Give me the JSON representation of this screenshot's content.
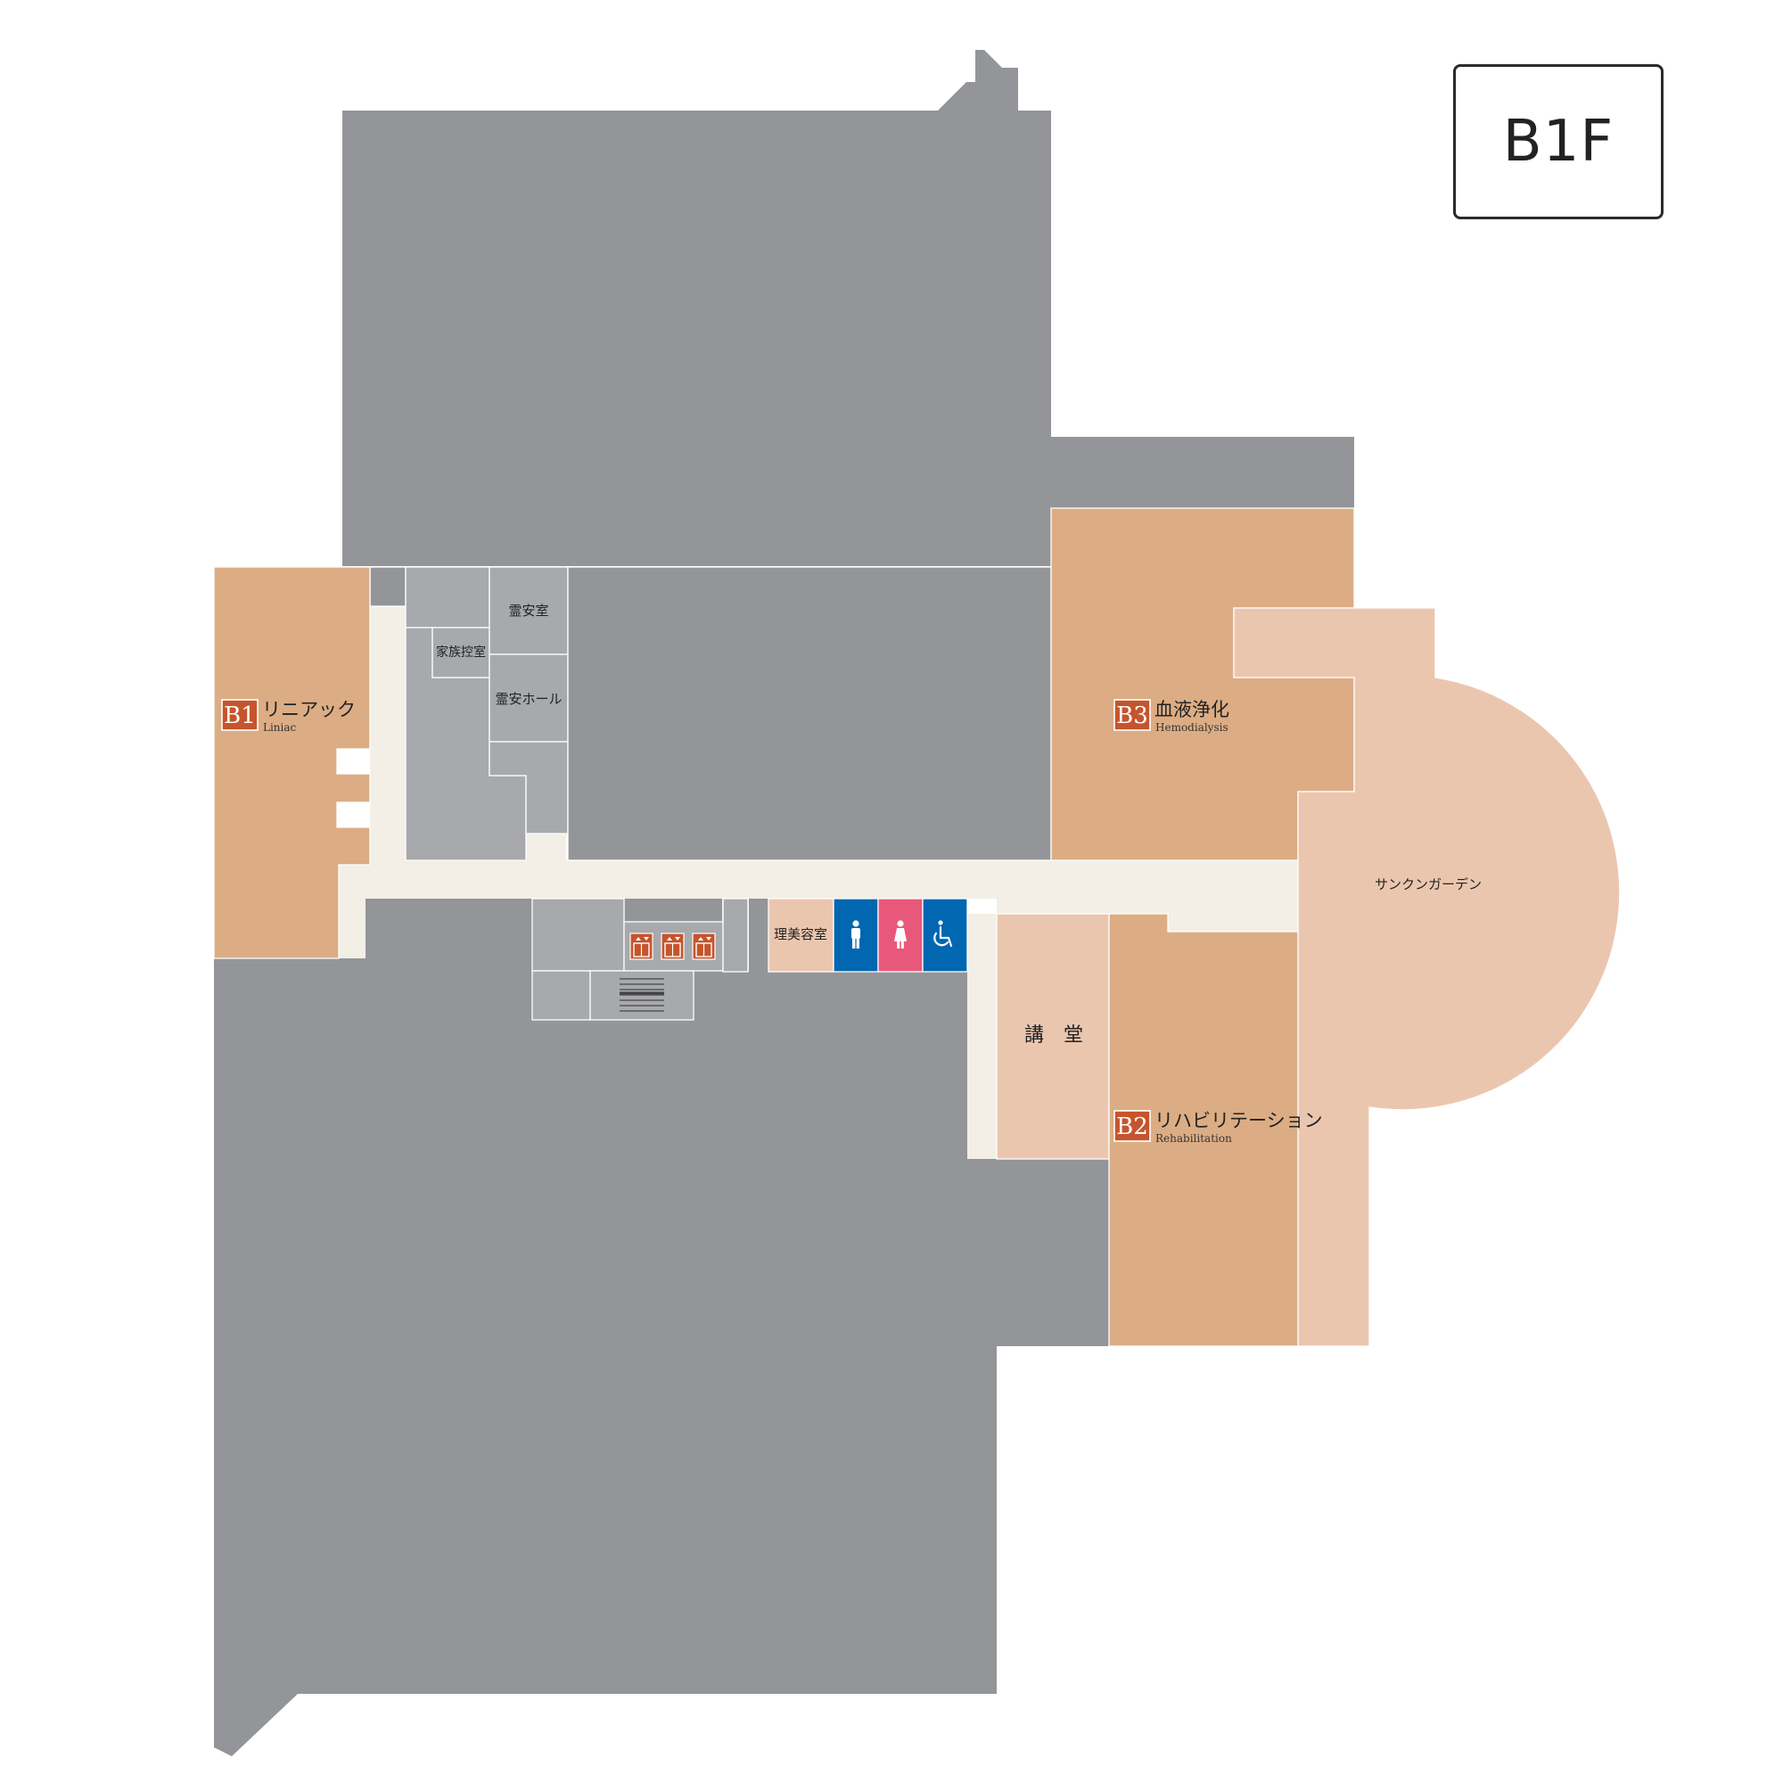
{
  "floor_label": "B1F",
  "colors": {
    "grey": "#939598",
    "grey_light": "#a7a9ac",
    "corridor": "#f3efe6",
    "dept": "#dcad84",
    "dept_light": "#ebc6af",
    "badge": "#c6542c",
    "toilet_blue": "#0067b0",
    "toilet_pink": "#e8587a"
  },
  "departments": {
    "b1": {
      "badge": "B1",
      "name": "リニアック",
      "en": "Liniac"
    },
    "b3": {
      "badge": "B3",
      "name": "血液浄化",
      "en": "Hemodialysis"
    },
    "b2": {
      "badge": "B2",
      "name": "リハビリテーション",
      "en": "Rehabilitation"
    }
  },
  "rooms": {
    "reian_shitsu": "霊安室",
    "kazoku_hikae": "家族控室",
    "reian_hall": "霊安ホール",
    "riyou_shitsu": "理美容室",
    "koudou": "講　堂",
    "sunken_garden": "サンクンガーデン"
  },
  "icons": [
    "elevator-icon",
    "stairs-icon",
    "male-toilet-icon",
    "female-toilet-icon",
    "accessible-toilet-icon"
  ]
}
